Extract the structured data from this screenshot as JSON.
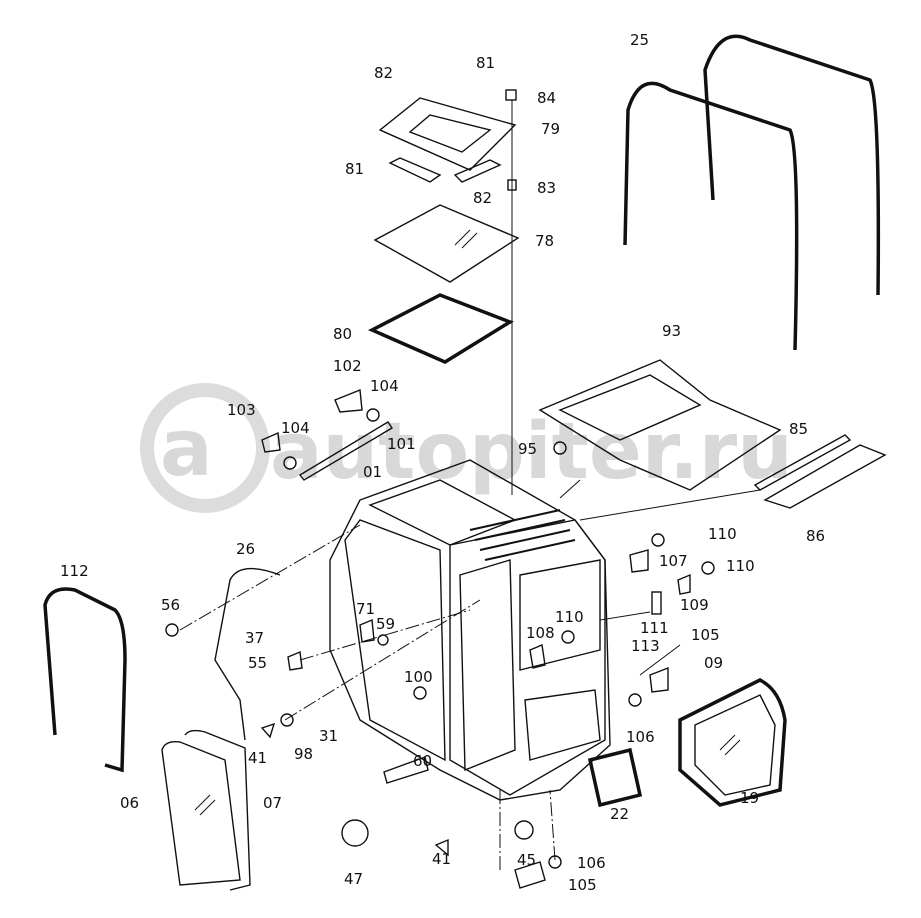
{
  "diagram": {
    "title": "Cab assembly exploded parts diagram",
    "watermark": "autopiter.ru",
    "labels": [
      "25",
      "81",
      "82",
      "84",
      "79",
      "81",
      "82",
      "83",
      "78",
      "80",
      "93",
      "102",
      "104",
      "103",
      "104",
      "101",
      "01",
      "95",
      "85",
      "86",
      "110",
      "107",
      "110",
      "109",
      "26",
      "112",
      "56",
      "71",
      "59",
      "37",
      "55",
      "110",
      "108",
      "111",
      "113",
      "105",
      "09",
      "100",
      "106",
      "31",
      "41",
      "98",
      "60",
      "06",
      "07",
      "19",
      "22",
      "47",
      "41",
      "45",
      "106",
      "105"
    ]
  }
}
